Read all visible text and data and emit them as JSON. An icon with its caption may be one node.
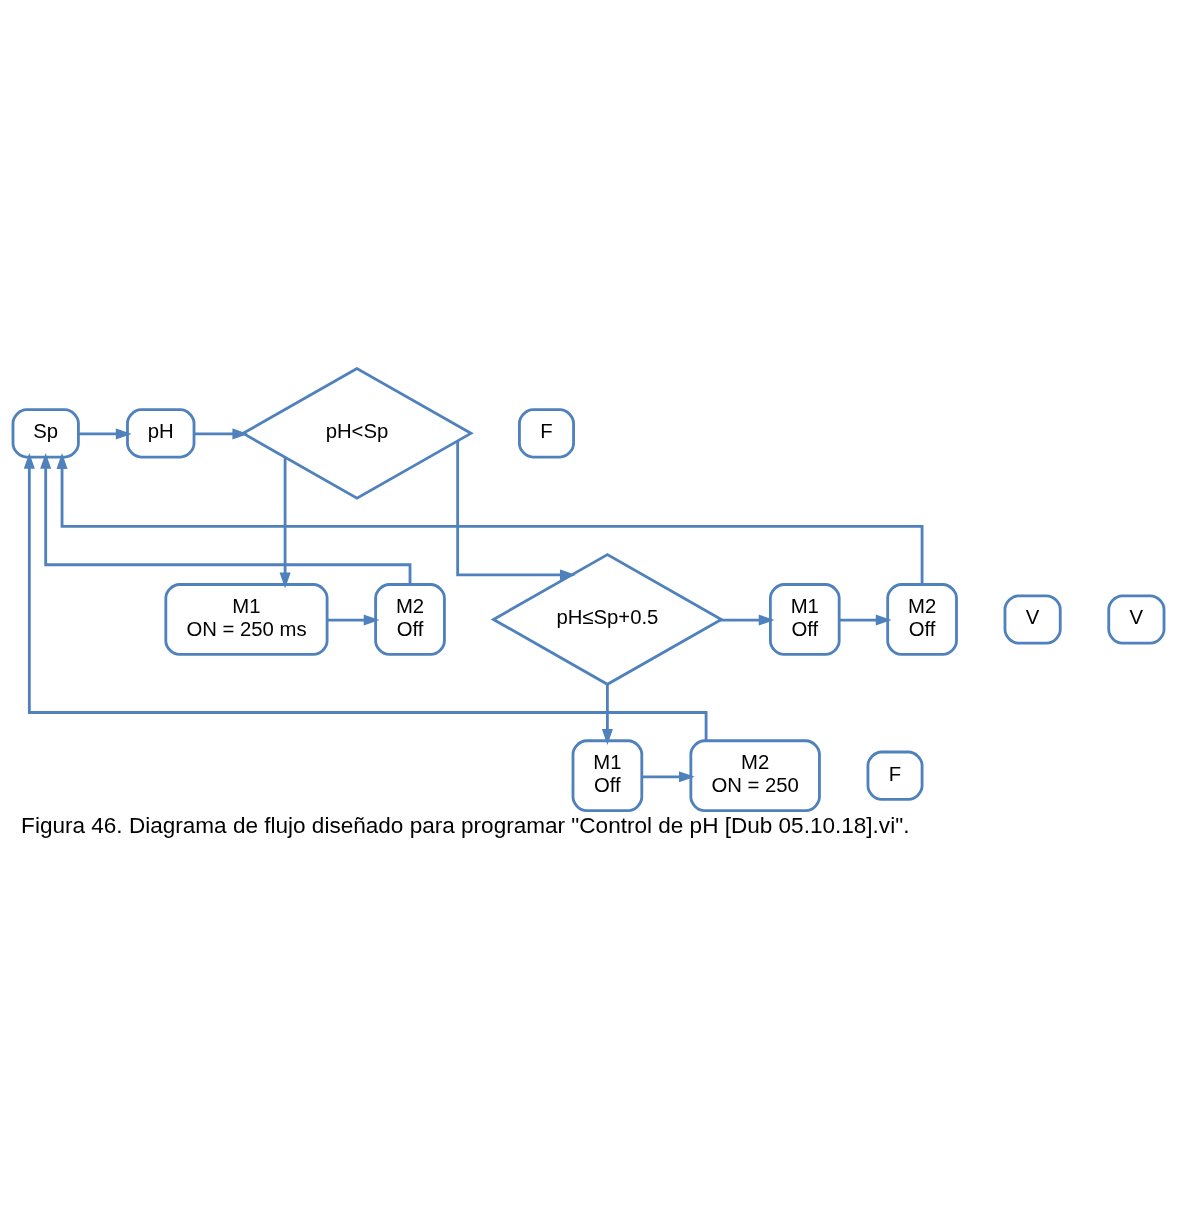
{
  "diagram": {
    "caption": "Figura 46. Diagrama de flujo diseñado para programar \"Control de pH [Dub 05.10.18].vi\".",
    "nodes": [
      {
        "text": [
          "Sp"
        ]
      },
      {
        "text": [
          "pH"
        ]
      },
      {
        "text": [
          "pH<Sp"
        ]
      },
      {
        "text": [
          "F"
        ]
      },
      {
        "text": [
          "V"
        ]
      },
      {
        "text": [
          "M2",
          "Off"
        ]
      },
      {
        "text": [
          "M1",
          "ON = 250 ms"
        ]
      },
      {
        "text": [
          "M2",
          "Off"
        ]
      },
      {
        "text": [
          "M1",
          "Off"
        ]
      },
      {
        "text": [
          "V"
        ]
      },
      {
        "text": [
          "pH≤Sp+0.5"
        ]
      },
      {
        "text": [
          "F"
        ]
      },
      {
        "text": [
          "M2",
          "ON = 250"
        ]
      },
      {
        "text": [
          "M1",
          "Off"
        ]
      }
    ],
    "edges": [
      {
        "from": 0,
        "to": 1,
        "arrow": "to"
      },
      {
        "from": 1,
        "to": 2,
        "arrow": "to"
      },
      {
        "from": 2,
        "to": 6,
        "arrow": "to"
      },
      {
        "from": 2,
        "to": 10,
        "arrow": "to"
      },
      {
        "from": 6,
        "to": 5,
        "arrow": "to"
      },
      {
        "from": 5,
        "to": 0,
        "arrow": "to"
      },
      {
        "from": 10,
        "to": 8,
        "arrow": "to"
      },
      {
        "from": 8,
        "to": 7,
        "arrow": "to"
      },
      {
        "from": 7,
        "to": 0,
        "arrow": "to"
      },
      {
        "from": 10,
        "to": 13,
        "arrow": "to"
      },
      {
        "from": 13,
        "to": 12,
        "arrow": "to"
      },
      {
        "from": 12,
        "to": 0,
        "arrow": "to"
      }
    ]
  }
}
